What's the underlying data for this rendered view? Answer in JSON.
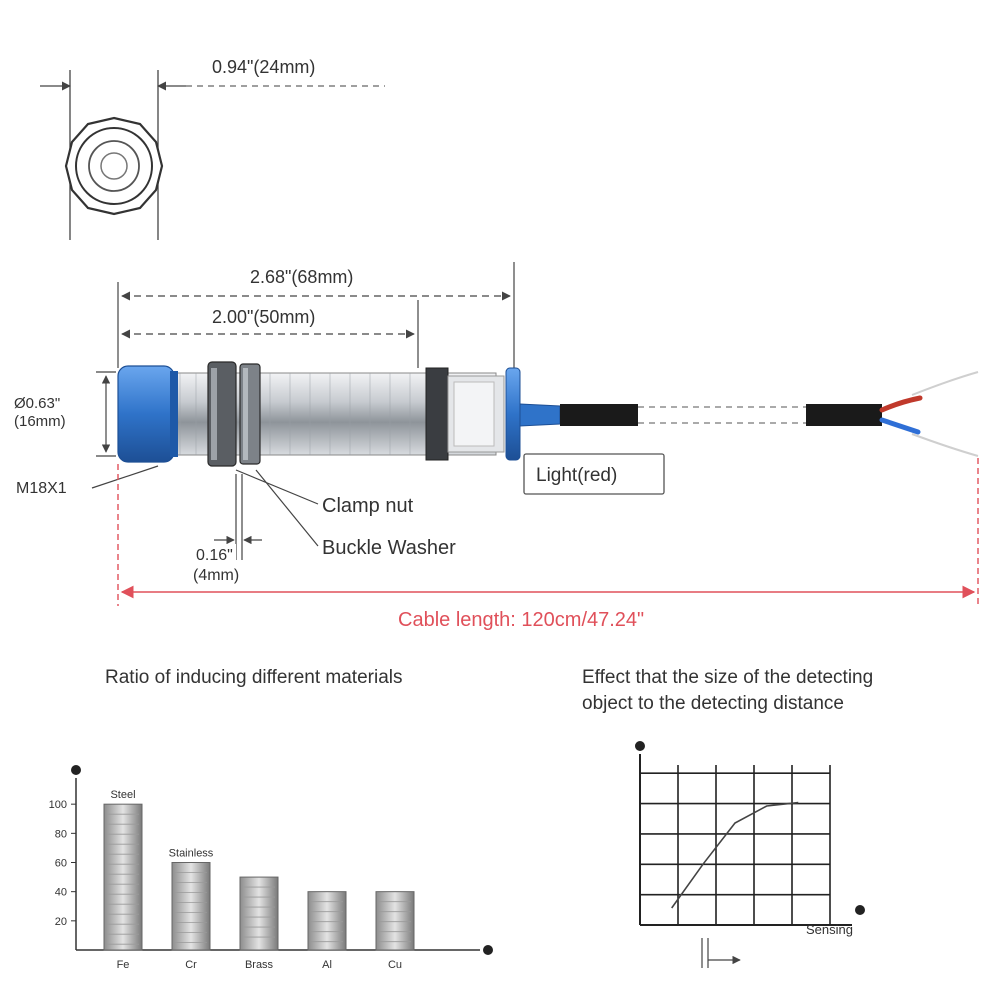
{
  "end_view": {
    "width_label": "0.94\"(24mm)"
  },
  "sensor": {
    "total_length_label": "2.68\"(68mm)",
    "thread_length_label": "2.00\"(50mm)",
    "diameter_label_line1": "Ø0.63\"",
    "diameter_label_line2": "(16mm)",
    "thread_label": "M18X1",
    "clamp_nut_label": "Clamp nut",
    "washer_label": "Buckle Washer",
    "nut_thickness_line1": "0.16\"",
    "nut_thickness_line2": "(4mm)",
    "light_label": "Light(red)",
    "cable_length_label": "Cable length: 120cm/47.24\"",
    "colors": {
      "body_blue": "#2f73c9",
      "metal": "#b9bdc2",
      "cable": "#1a1a1a",
      "dimension_red": "#e0505a",
      "wire_brown": "#c0392b",
      "wire_blue": "#2f6fd6"
    }
  },
  "bottom": {
    "left_title": "Ratio of inducing different materials",
    "right_title_line1": "Effect that the size of the detecting",
    "right_title_line2": "object to the detecting distance"
  },
  "chart_data": [
    {
      "type": "bar",
      "title": "Ratio of inducing different materials",
      "categories": [
        "Fe",
        "Cr",
        "Brass",
        "Al",
        "Cu"
      ],
      "values": [
        100,
        60,
        50,
        40,
        40
      ],
      "ylim": [
        0,
        120
      ],
      "yticks": [
        "20",
        "40",
        "60",
        "80",
        "100"
      ],
      "annotations": [
        "Steel",
        "Stainless"
      ],
      "grid": false
    },
    {
      "type": "line",
      "title": "Effect that the size of the detecting object to the detecting distance",
      "xlabel": "Sensing",
      "grid": true,
      "x": [
        1,
        2,
        3,
        4,
        5
      ],
      "y": [
        0.5,
        1.8,
        3.0,
        3.5,
        3.6
      ]
    }
  ]
}
